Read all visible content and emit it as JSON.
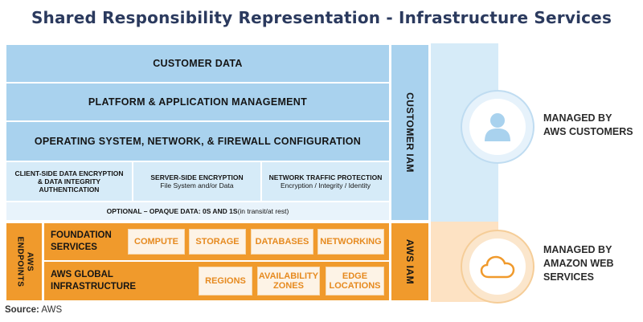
{
  "title": "Shared Responsibility Representation - Infrastructure Services",
  "customer_stack": {
    "customer_data": "CUSTOMER DATA",
    "platform": "PLATFORM & APPLICATION MANAGEMENT",
    "os_network": "OPERATING SYSTEM, NETWORK, & FIREWALL CONFIGURATION",
    "encryption_cells": [
      {
        "title": "CLIENT-SIDE DATA ENCRYPTION\n& DATA INTEGRITY\nAUTHENTICATION",
        "subtitle": ""
      },
      {
        "title": "SERVER-SIDE ENCRYPTION",
        "subtitle": "File System and/or Data"
      },
      {
        "title": "NETWORK TRAFFIC PROTECTION",
        "subtitle": "Encryption / Integrity / Identity"
      }
    ],
    "optional_bold": "OPTIONAL – OPAQUE DATA: 0S AND 1S",
    "optional_note": " (in transit/at rest)",
    "customer_iam": "CUSTOMER IAM"
  },
  "aws_stack": {
    "endpoints": "AWS\nENDPOINTS",
    "foundation_label": "FOUNDATION\nSERVICES",
    "foundation_items": [
      "COMPUTE",
      "STORAGE",
      "DATABASES",
      "NETWORKING"
    ],
    "global_label": "AWS GLOBAL\nINFRASTRUCTURE",
    "global_items": [
      "REGIONS",
      "AVAILABILITY\nZONES",
      "EDGE\nLOCATIONS"
    ],
    "aws_iam": "AWS IAM"
  },
  "managed": {
    "customers": "MANAGED BY\nAWS CUSTOMERS",
    "amazon": "MANAGED BY\nAMAZON WEB\nSERVICES"
  },
  "icons": {
    "customer": "person-icon",
    "amazon": "cloud-icon"
  },
  "colors": {
    "title": "#2b3a5e",
    "customer_blue": "#a9d2ee",
    "aws_orange": "#f09a2c",
    "chip_text": "#e68a1f"
  },
  "source_label": "Source:",
  "source_value": " AWS"
}
